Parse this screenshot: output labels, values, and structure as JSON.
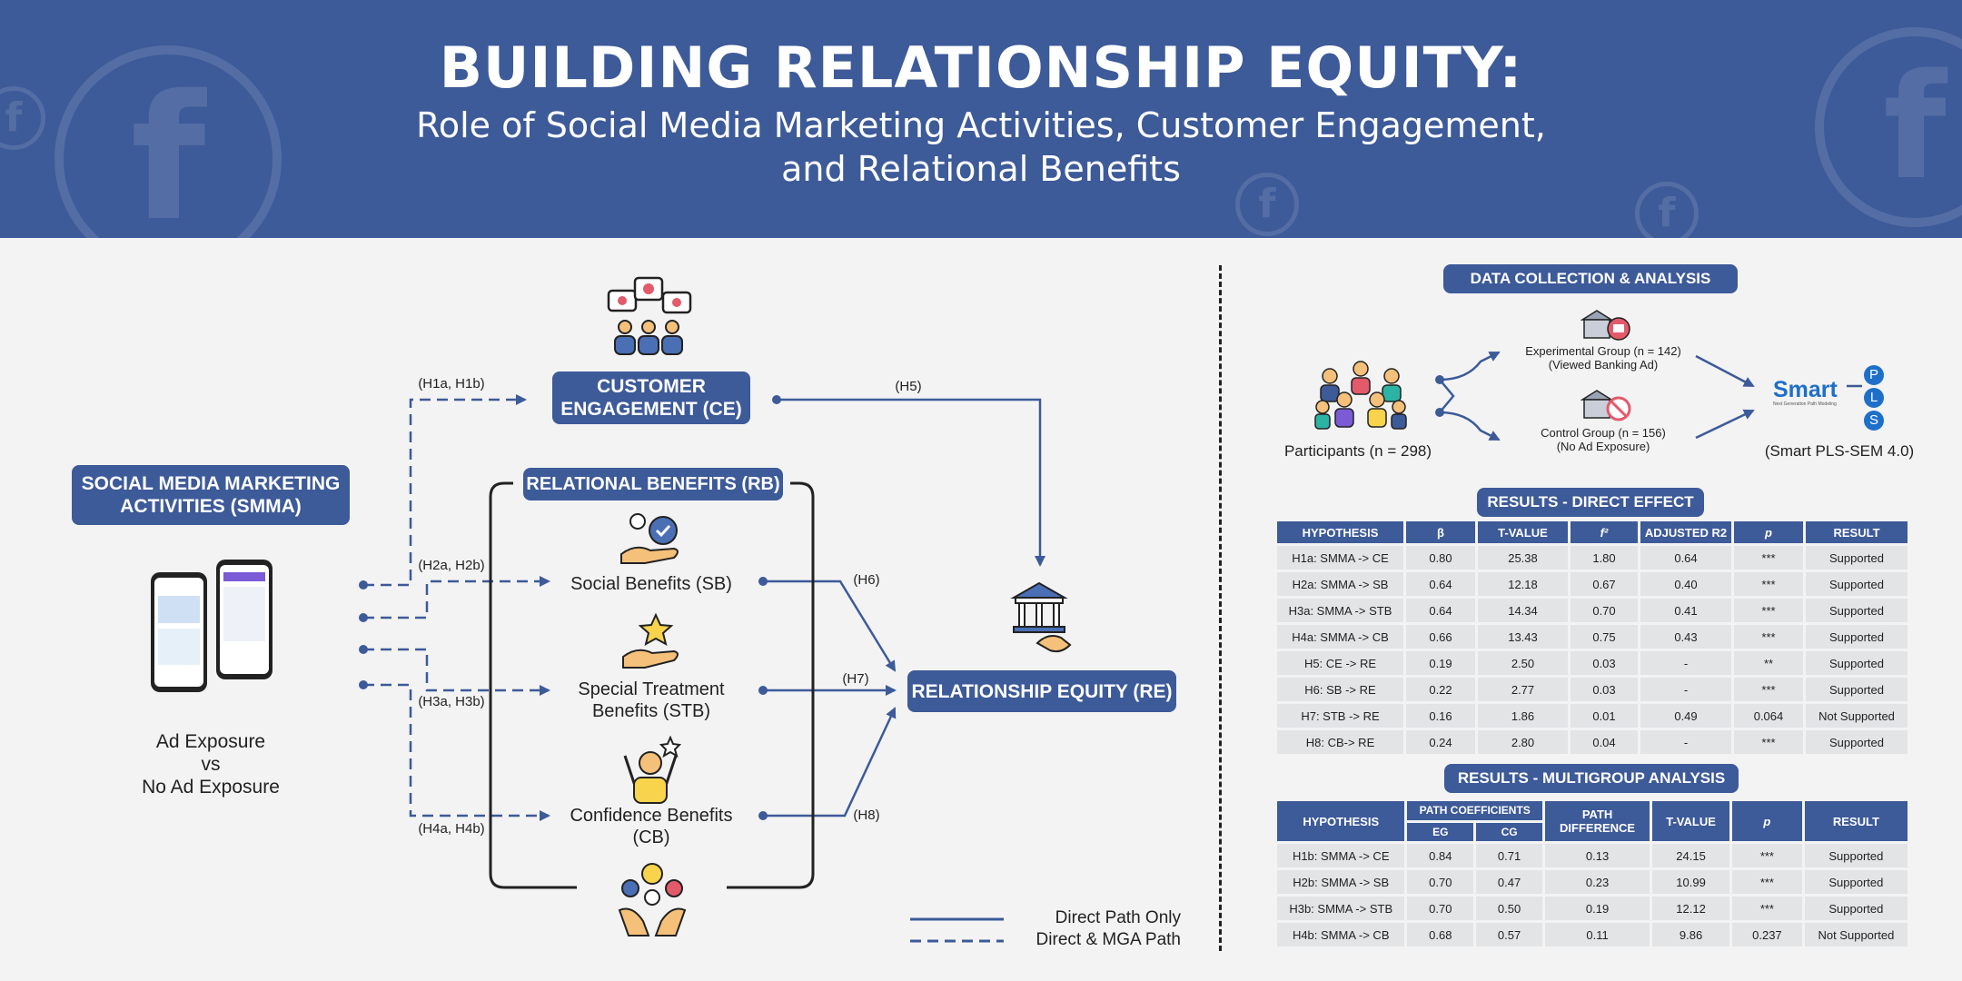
{
  "header": {
    "title": "BUILDING RELATIONSHIP EQUITY:",
    "subtitle_line1": "Role of Social Media Marketing Activities, Customer Engagement,",
    "subtitle_line2": "and Relational Benefits"
  },
  "colors": {
    "brand": "#3d5a99",
    "cell": "#e3e4e6"
  },
  "model": {
    "smma": "SOCIAL MEDIA MARKETING ACTIVITIES (SMMA)",
    "ce": "CUSTOMER ENGAGEMENT (CE)",
    "rb": "RELATIONAL BENEFITS (RB)",
    "re": "RELATIONSHIP EQUITY (RE)",
    "sb": "Social Benefits (SB)",
    "stb_line1": "Special Treatment",
    "stb_line2": "Benefits (STB)",
    "cb_line1": "Confidence Benefits",
    "cb_line2": "(CB)",
    "ad_line1": "Ad Exposure",
    "ad_line2": "vs",
    "ad_line3": "No Ad Exposure",
    "paths": {
      "h1": "(H1a, H1b)",
      "h2": "(H2a, H2b)",
      "h3": "(H3a, H3b)",
      "h4": "(H4a, H4b)",
      "h5": "(H5)",
      "h6": "(H6)",
      "h7": "(H7)",
      "h8": "(H8)"
    },
    "legend": {
      "direct": "Direct Path Only",
      "mga": "Direct & MGA Path"
    },
    "icons": [
      "speech-heart-icon",
      "people-icon",
      "gear-hand-icon",
      "star-hand-icon",
      "confidence-person-icon",
      "money-hands-icon",
      "bank-handshake-icon",
      "phones-icon"
    ]
  },
  "data_collection": {
    "title": "DATA COLLECTION & ANALYSIS",
    "participants": "Participants (n = 298)",
    "experimental_line1": "Experimental Group (n = 142)",
    "experimental_line2": "(Viewed Banking Ad)",
    "control_line1": "Control Group (n = 156)",
    "control_line2": "(No Ad Exposure)",
    "smart": "Smart",
    "smart_tagline": "Next Generation Path Modeling",
    "pls": [
      "P",
      "L",
      "S"
    ],
    "smart_pls": "(Smart PLS-SEM 4.0)"
  },
  "direct_effect": {
    "title": "RESULTS - DIRECT EFFECT",
    "headers": [
      "HYPOTHESIS",
      "β",
      "T-VALUE",
      "f²",
      "ADJUSTED R2",
      "p",
      "RESULT"
    ],
    "rows": [
      [
        "H1a: SMMA -> CE",
        "0.80",
        "25.38",
        "1.80",
        "0.64",
        "***",
        "Supported"
      ],
      [
        "H2a: SMMA -> SB",
        "0.64",
        "12.18",
        "0.67",
        "0.40",
        "***",
        "Supported"
      ],
      [
        "H3a: SMMA -> STB",
        "0.64",
        "14.34",
        "0.70",
        "0.41",
        "***",
        "Supported"
      ],
      [
        "H4a: SMMA -> CB",
        "0.66",
        "13.43",
        "0.75",
        "0.43",
        "***",
        "Supported"
      ],
      [
        "H5: CE -> RE",
        "0.19",
        "2.50",
        "0.03",
        "-",
        "**",
        "Supported"
      ],
      [
        "H6: SB -> RE",
        "0.22",
        "2.77",
        "0.03",
        "-",
        "***",
        "Supported"
      ],
      [
        "H7: STB -> RE",
        "0.16",
        "1.86",
        "0.01",
        "0.49",
        "0.064",
        "Not Supported"
      ],
      [
        "H8: CB-> RE",
        "0.24",
        "2.80",
        "0.04",
        "-",
        "***",
        "Supported"
      ]
    ]
  },
  "multigroup": {
    "title": "RESULTS - MULTIGROUP ANALYSIS",
    "headers": [
      "HYPOTHESIS",
      "PATH COEFFICIENTS",
      "PATH DIFFERENCE",
      "T-VALUE",
      "p",
      "RESULT"
    ],
    "subheaders": [
      "EG",
      "CG"
    ],
    "rows": [
      [
        "H1b: SMMA -> CE",
        "0.84",
        "0.71",
        "0.13",
        "24.15",
        "***",
        "Supported"
      ],
      [
        "H2b: SMMA -> SB",
        "0.70",
        "0.47",
        "0.23",
        "10.99",
        "***",
        "Supported"
      ],
      [
        "H3b: SMMA -> STB",
        "0.70",
        "0.50",
        "0.19",
        "12.12",
        "***",
        "Supported"
      ],
      [
        "H4b: SMMA -> CB",
        "0.68",
        "0.57",
        "0.11",
        "9.86",
        "0.237",
        "Not Supported"
      ]
    ]
  }
}
